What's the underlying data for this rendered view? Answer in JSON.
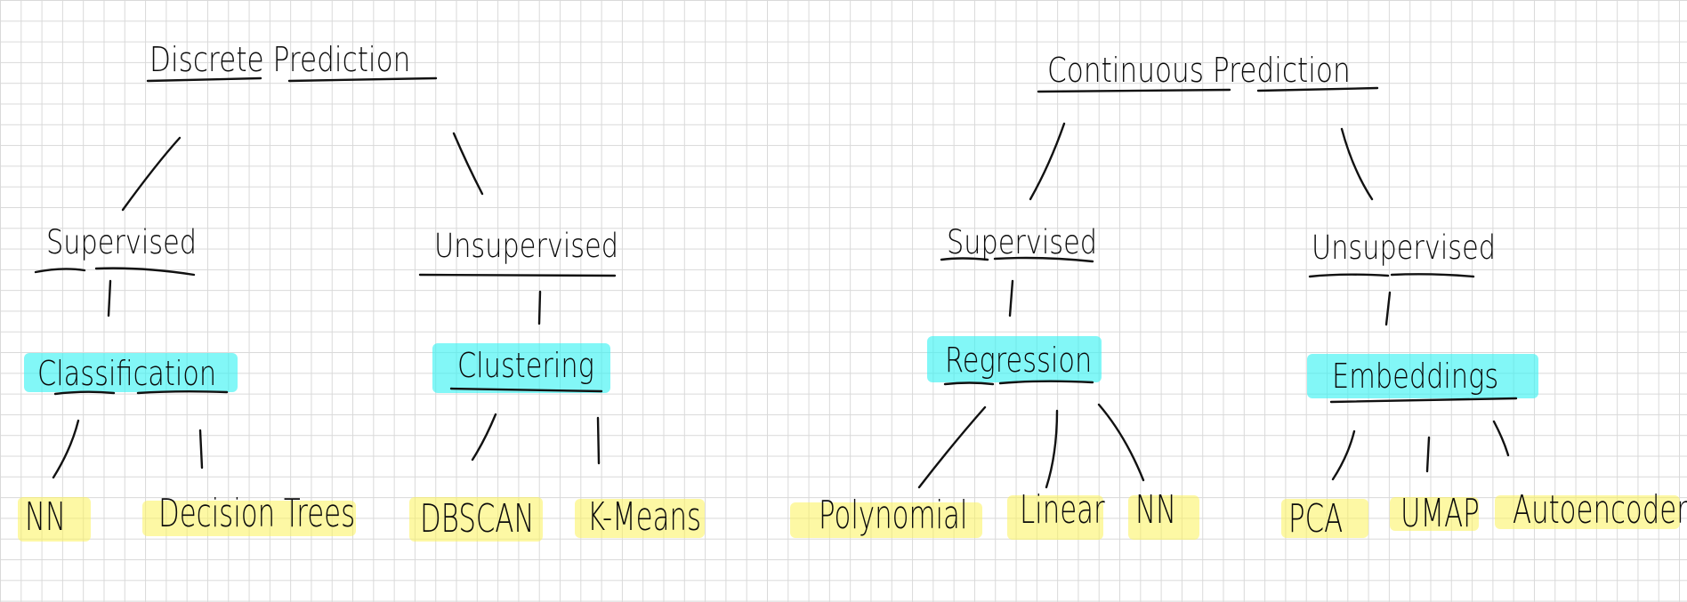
{
  "colors": {
    "ink": "#111111",
    "grid": "#d9d9d9",
    "highlight_task": "#35f2f2",
    "highlight_leaf": "#fbf35a"
  },
  "trees": [
    {
      "root": "Discrete Prediction",
      "branches": [
        {
          "type": "Supervised",
          "task": "Classification",
          "methods": [
            "NN",
            "Decision Trees"
          ]
        },
        {
          "type": "Unsupervised",
          "task": "Clustering",
          "methods": [
            "DBSCAN",
            "K-Means"
          ]
        }
      ]
    },
    {
      "root": "Continuous Prediction",
      "branches": [
        {
          "type": "Supervised",
          "task": "Regression",
          "methods": [
            "Polynomial",
            "Linear",
            "NN"
          ]
        },
        {
          "type": "Unsupervised",
          "task": "Embeddings",
          "methods": [
            "PCA",
            "UMAP",
            "Autoencoder"
          ]
        }
      ]
    }
  ]
}
